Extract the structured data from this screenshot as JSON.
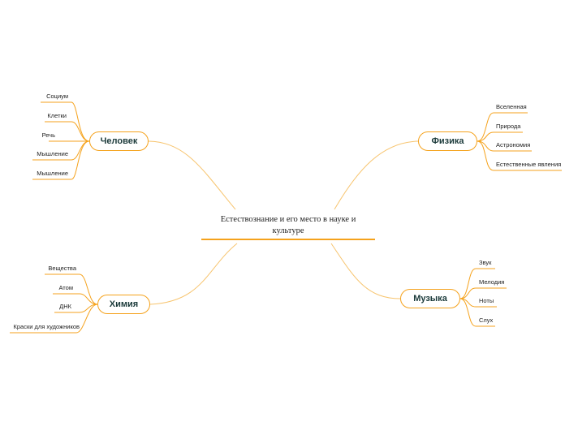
{
  "central": {
    "line1": "Естествознание и его место в науке и",
    "line2": "культуре"
  },
  "branches": {
    "chelovek": {
      "title": "Человек",
      "items": [
        "Социум",
        "Клетки",
        "Речь",
        "Мышление",
        "Мышление"
      ]
    },
    "fizika": {
      "title": "Физика",
      "items": [
        "Вселенная",
        "Природа",
        "Астрономия",
        "Естественные явления"
      ]
    },
    "khimiya": {
      "title": "Химия",
      "items": [
        "Вещества",
        "Атом",
        "ДНК",
        "Краски для художников"
      ]
    },
    "muzyka": {
      "title": "Музыка",
      "items": [
        "Звук",
        "Мелодия",
        "Ноты",
        "Слух"
      ]
    }
  },
  "colors": {
    "accent": "#f5a21c",
    "text": "#222222",
    "node_text": "#1b3a3a"
  }
}
